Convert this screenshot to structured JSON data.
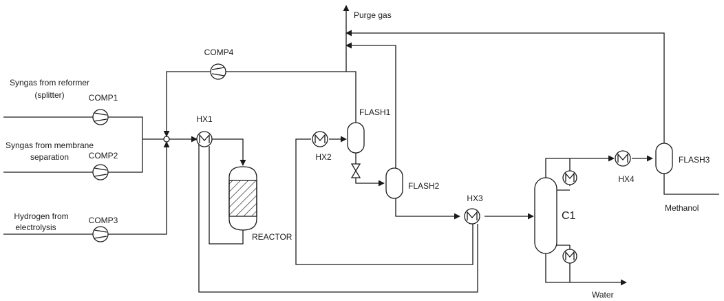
{
  "labels": {
    "syngas_reformer_1": "Syngas from reformer",
    "syngas_reformer_2": "(splitter)",
    "syngas_membrane_1": "Syngas from membrane",
    "syngas_membrane_2": "separation",
    "hydrogen_1": "Hydrogen from",
    "hydrogen_2": "electrolysis",
    "comp1": "COMP1",
    "comp2": "COMP2",
    "comp3": "COMP3",
    "comp4": "COMP4",
    "hx1": "HX1",
    "hx2": "HX2",
    "hx3": "HX3",
    "hx4": "HX4",
    "reactor": "REACTOR",
    "flash1": "FLASH1",
    "flash2": "FLASH2",
    "flash3": "FLASH3",
    "c1": "C1",
    "purge_gas": "Purge gas",
    "methanol": "Methanol",
    "water": "Water"
  },
  "colors": {
    "stroke": "#1a1a1a",
    "background": "#ffffff"
  }
}
